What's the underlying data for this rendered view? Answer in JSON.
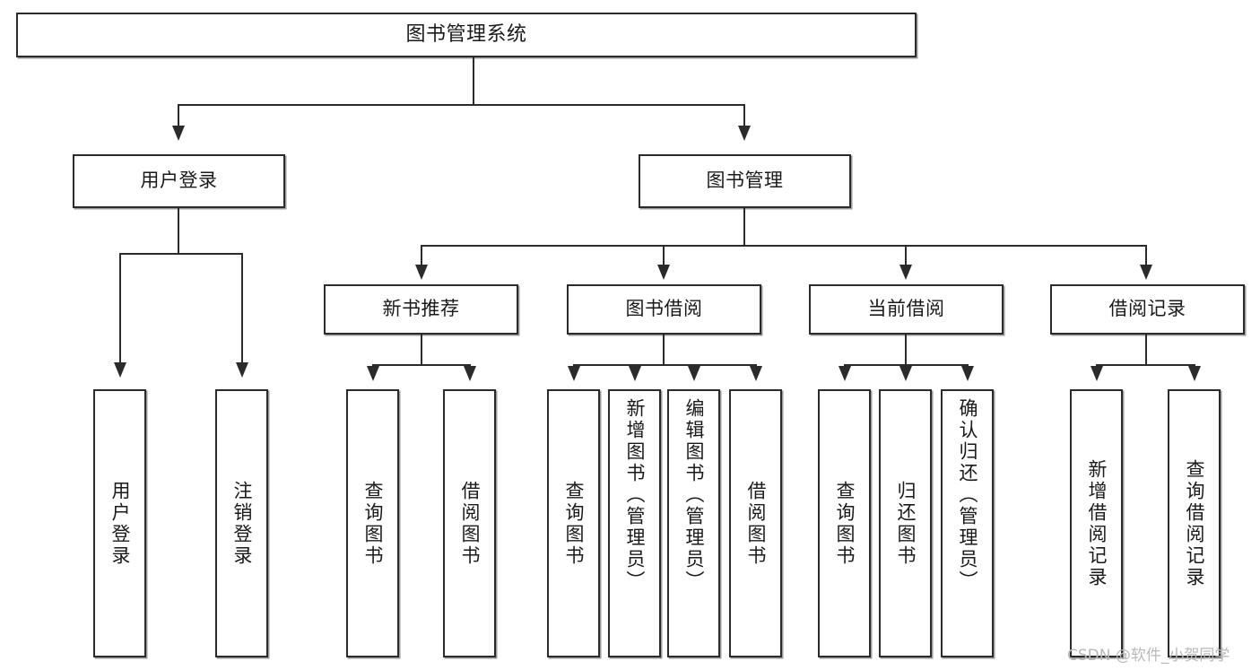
{
  "diagram": {
    "type": "tree",
    "title": "图书管理系统",
    "root": {
      "label": "图书管理系统"
    },
    "level1": [
      {
        "label": "用户登录"
      },
      {
        "label": "图书管理"
      }
    ],
    "level2": [
      {
        "label": "新书推荐"
      },
      {
        "label": "图书借阅"
      },
      {
        "label": "当前借阅"
      },
      {
        "label": "借阅记录"
      }
    ],
    "leaves": {
      "user_login": [
        {
          "label": "用户登录"
        },
        {
          "label": "注销登录"
        }
      ],
      "new_book_recommend": [
        {
          "label": "查询图书"
        },
        {
          "label": "借阅图书"
        }
      ],
      "book_borrow": [
        {
          "label": "查询图书"
        },
        {
          "label": "新增图书（管理员）"
        },
        {
          "label": "编辑图书（管理员）"
        },
        {
          "label": "借阅图书"
        }
      ],
      "current_borrow": [
        {
          "label": "查询图书"
        },
        {
          "label": "归还图书"
        },
        {
          "label": "确认归还（管理员）"
        }
      ],
      "borrow_record": [
        {
          "label": "新增借阅记录"
        },
        {
          "label": "查询借阅记录"
        }
      ]
    }
  },
  "watermark": {
    "text": "CSDN @软件_小贺同学"
  },
  "colors": {
    "box_border": "#2b2b2b",
    "box_fill": "#ffffff",
    "text": "#1a1a1a",
    "connector": "#2b2b2b",
    "watermark": "#b9b9b9",
    "background": "#ffffff"
  }
}
